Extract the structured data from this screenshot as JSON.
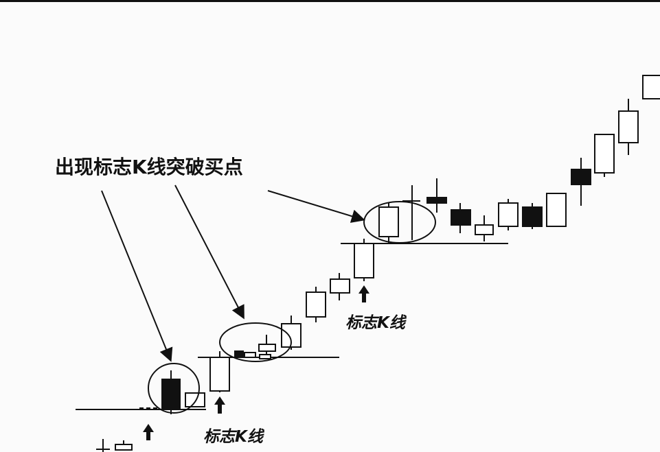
{
  "annotations": {
    "main_label": "出现标志K线突破买点",
    "signal_label_1": "标志K线",
    "signal_label_2": "标志K线"
  },
  "colors": {
    "ink": "#111111",
    "paper": "#fbfbfb",
    "bullish_candle_fill": "#ffffff",
    "bearish_candle_fill": "#111111"
  },
  "icons": [
    "up-arrow-icon",
    "callout-arrow-icon",
    "highlight-ellipse"
  ]
}
